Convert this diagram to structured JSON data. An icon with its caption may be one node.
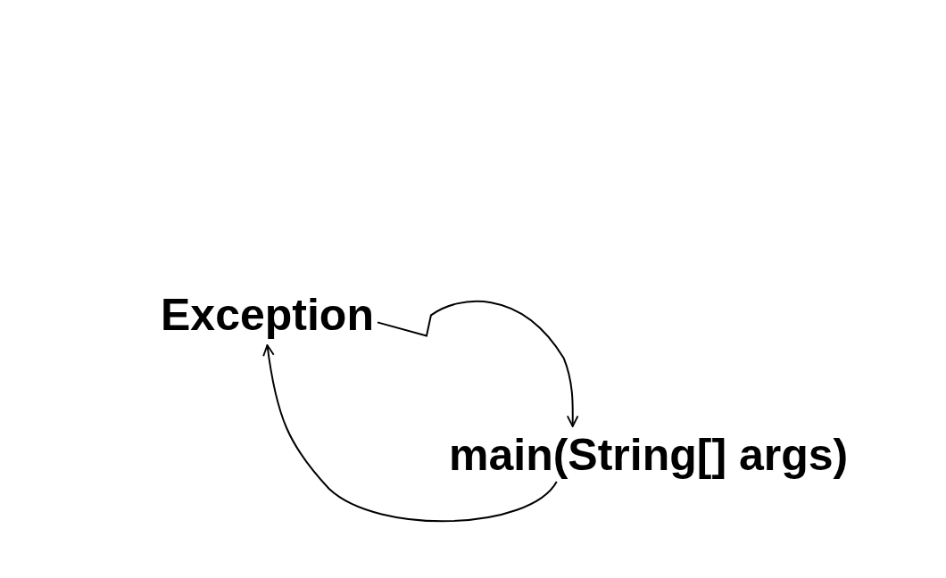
{
  "diagram": {
    "nodes": [
      {
        "text": [
          "Exception"
        ]
      },
      {
        "text": [
          "main(String[] args)"
        ]
      }
    ],
    "edges": [
      {
        "from": 0,
        "to": 1,
        "arrow": "to"
      },
      {
        "from": 1,
        "to": 0,
        "arrow": "to"
      }
    ]
  }
}
